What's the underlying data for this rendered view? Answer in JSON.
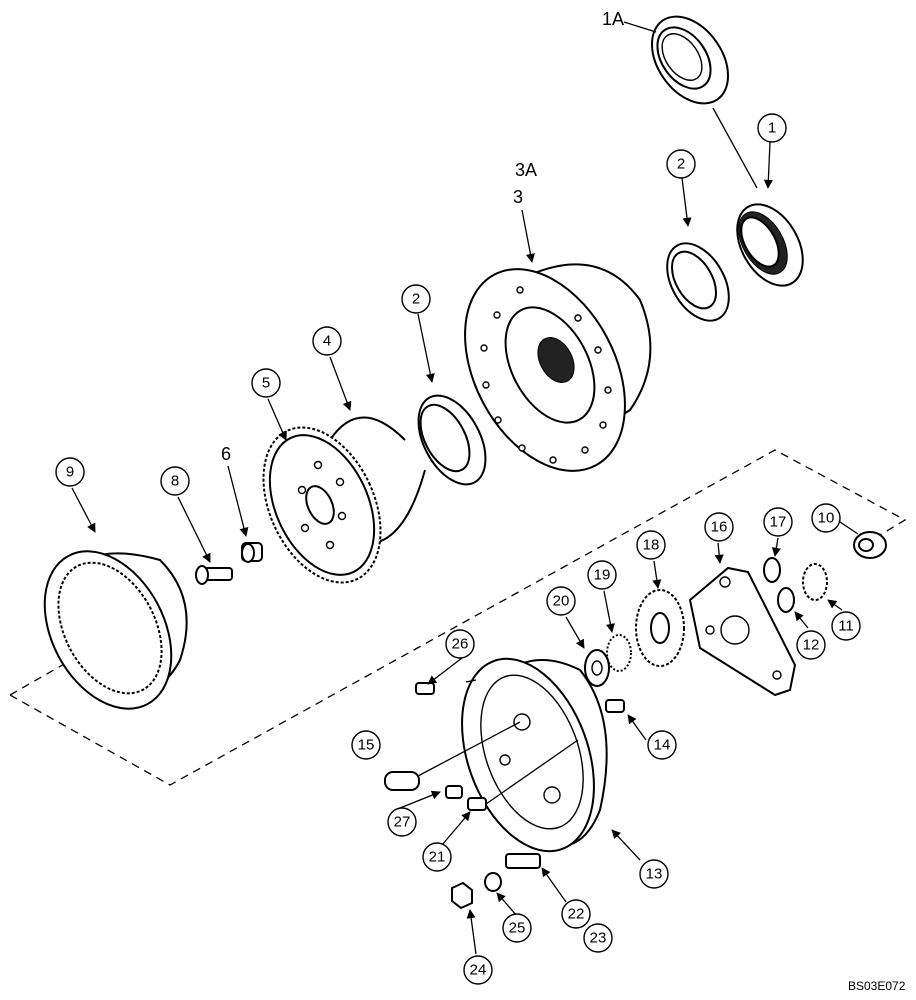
{
  "callouts": [
    {
      "key": "c1A",
      "text": "1A"
    },
    {
      "key": "c1",
      "text": "1"
    },
    {
      "key": "c2a",
      "text": "2"
    },
    {
      "key": "c3A",
      "text": "3A"
    },
    {
      "key": "c3",
      "text": "3"
    },
    {
      "key": "c2b",
      "text": "2"
    },
    {
      "key": "c4",
      "text": "4"
    },
    {
      "key": "c5",
      "text": "5"
    },
    {
      "key": "c6",
      "text": "6"
    },
    {
      "key": "c8",
      "text": "8"
    },
    {
      "key": "c9",
      "text": "9"
    },
    {
      "key": "c10",
      "text": "10"
    },
    {
      "key": "c11",
      "text": "11"
    },
    {
      "key": "c12",
      "text": "12"
    },
    {
      "key": "c13",
      "text": "13"
    },
    {
      "key": "c14",
      "text": "14"
    },
    {
      "key": "c15",
      "text": "15"
    },
    {
      "key": "c16",
      "text": "16"
    },
    {
      "key": "c17",
      "text": "17"
    },
    {
      "key": "c18",
      "text": "18"
    },
    {
      "key": "c19",
      "text": "19"
    },
    {
      "key": "c20",
      "text": "20"
    },
    {
      "key": "c21",
      "text": "21"
    },
    {
      "key": "c22",
      "text": "22"
    },
    {
      "key": "c23",
      "text": "23"
    },
    {
      "key": "c24",
      "text": "24"
    },
    {
      "key": "c25",
      "text": "25"
    },
    {
      "key": "c26",
      "text": "26"
    },
    {
      "key": "c27",
      "text": "27"
    }
  ],
  "drawing_code": "BS03E072"
}
